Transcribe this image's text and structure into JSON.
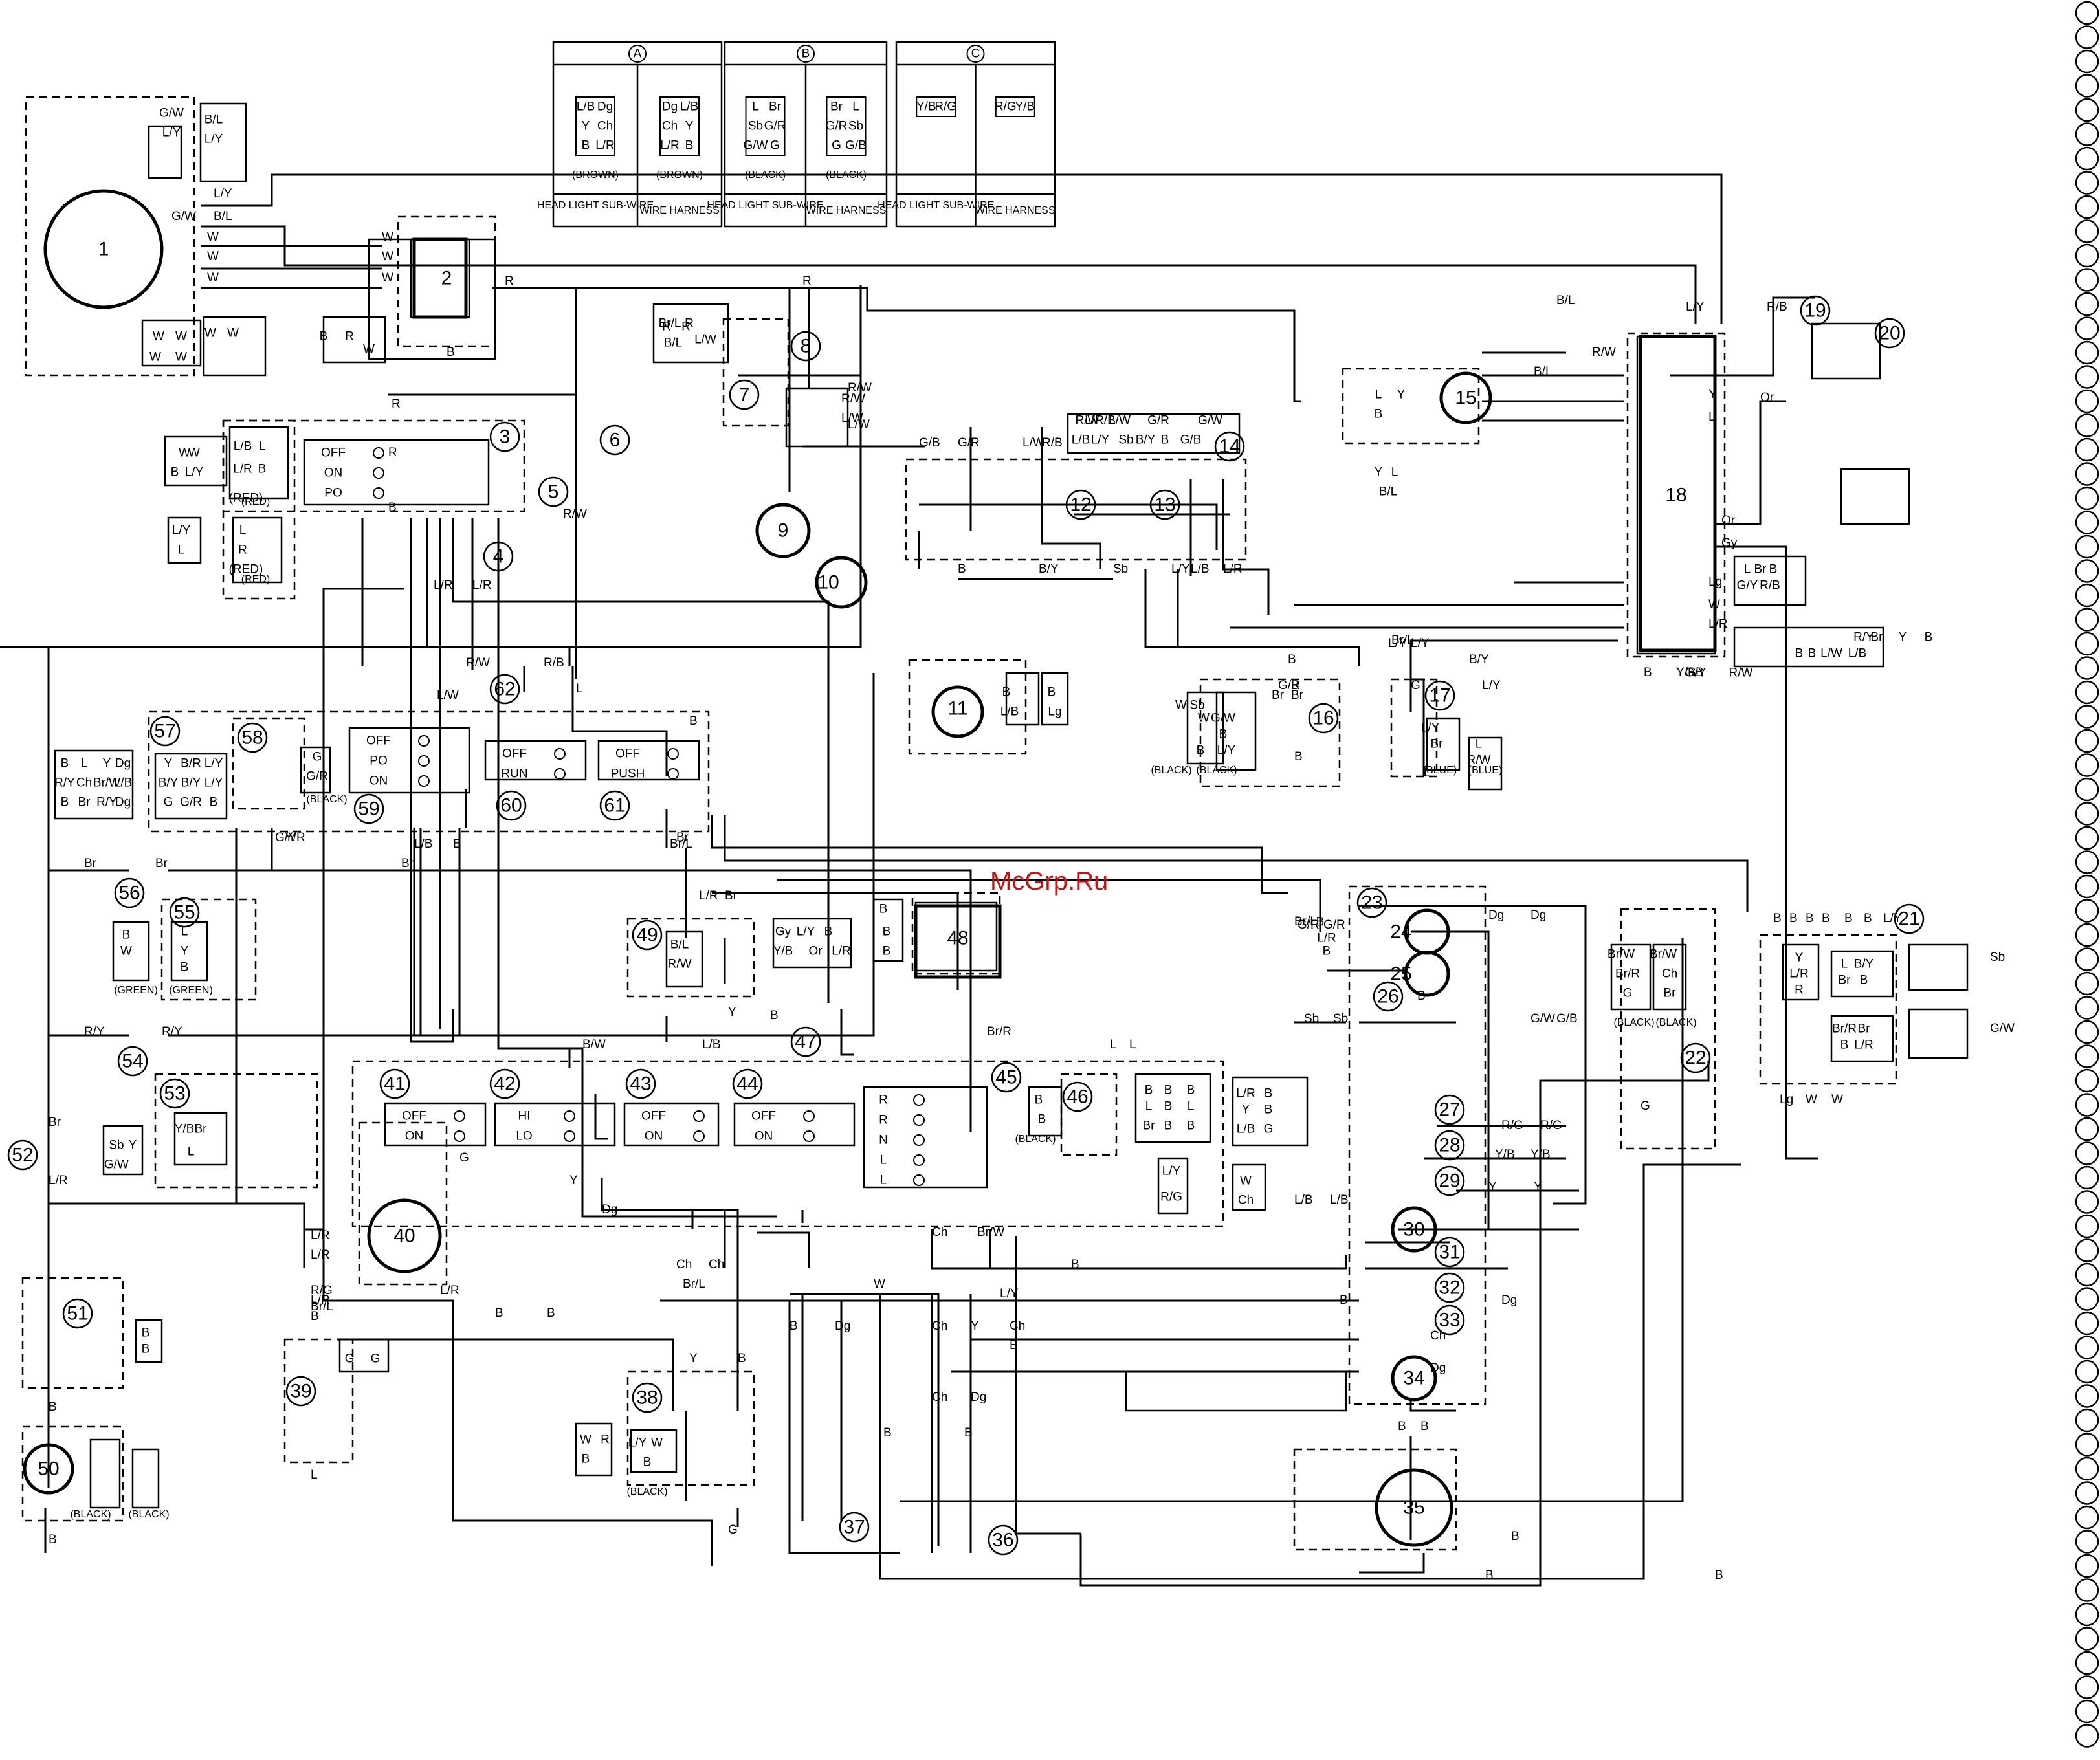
{
  "watermark": "McGrp.Ru",
  "colors": {
    "line": "#000000",
    "watermark": "#cc1111"
  },
  "top_connectors": [
    {
      "letter": "C",
      "left_caption": "HEAD LIGHT SUB-WIRE",
      "right_caption": "WIRE HARNESS",
      "left_pins": [
        "Y/B",
        "R/G"
      ],
      "right_pins": [
        "R/G",
        "Y/B"
      ],
      "left_color": "",
      "right_color": ""
    },
    {
      "letter": "B",
      "left_caption": "HEAD LIGHT SUB-WIRE",
      "right_caption": "WIRE HARNESS",
      "left_pins": [
        "L",
        "Br",
        "Sb",
        "G/R",
        "G/W",
        "G"
      ],
      "right_pins": [
        "Br",
        "L",
        "G/R",
        "Sb",
        "G",
        "G/B"
      ],
      "left_color": "(BLACK)",
      "right_color": "(BLACK)"
    },
    {
      "letter": "A",
      "left_caption": "HEAD LIGHT SUB-WIRE",
      "right_caption": "WIRE HARNESS",
      "left_pins": [
        "L/B",
        "Dg",
        "Y",
        "Ch",
        "B",
        "L/R"
      ],
      "right_pins": [
        "Dg",
        "L/B",
        "Ch",
        "Y",
        "L/R",
        "B"
      ],
      "left_color": "(BROWN)",
      "right_color": "(BROWN)"
    }
  ],
  "components": [
    "1",
    "2",
    "3",
    "4",
    "5",
    "6",
    "7",
    "8",
    "9",
    "10",
    "11",
    "12",
    "13",
    "14",
    "15",
    "16",
    "17",
    "18",
    "19",
    "20",
    "21",
    "22",
    "23",
    "24",
    "25",
    "26",
    "27",
    "28",
    "29",
    "30",
    "31",
    "32",
    "33",
    "34",
    "35",
    "36",
    "37",
    "38",
    "39",
    "40",
    "41",
    "42",
    "43",
    "44",
    "45",
    "46",
    "47",
    "48",
    "49",
    "50",
    "51",
    "52",
    "53",
    "54",
    "55",
    "56",
    "57",
    "58",
    "59",
    "60",
    "61",
    "62"
  ],
  "switches": {
    "main": {
      "rows": [
        "OFF",
        "ON",
        "PO"
      ]
    },
    "s59": {
      "rows": [
        "OFF",
        "PO",
        "ON"
      ]
    },
    "s60": {
      "rows": [
        "OFF",
        "RUN"
      ]
    },
    "s61": {
      "rows": [
        "OFF",
        "PUSH"
      ]
    },
    "s41": {
      "rows": [
        "OFF",
        "ON"
      ]
    },
    "s42": {
      "rows": [
        "HI",
        "LO"
      ]
    },
    "s43": {
      "rows": [
        "OFF",
        "ON"
      ]
    },
    "s44": {
      "rows": [
        "OFF",
        "ON"
      ]
    },
    "s45": {
      "rows": [
        "R",
        "R",
        "N",
        "L",
        "L"
      ]
    }
  },
  "connector_colors": [
    "(RED)",
    "(RED)",
    "(BLACK)",
    "(BLACK)",
    "(BLUE)",
    "(BLUE)",
    "(BLACK)",
    "(BLACK)",
    "(GREEN)",
    "(GREEN)",
    "(BLACK)",
    "(BLACK)",
    "(BLACK)",
    "(BLACK)",
    "(BLACK)"
  ],
  "wire_labels": [
    "L/Y",
    "B/L",
    "G/W",
    "W",
    "W",
    "W",
    "W",
    "W",
    "W",
    "R",
    "B",
    "R",
    "R",
    "B",
    "R",
    "R/W",
    "L/W",
    "R/W",
    "L/W",
    "G/B",
    "G/R",
    "L/W",
    "R/B",
    "B",
    "B/Y",
    "Sb",
    "L/Y",
    "L/B",
    "L/R",
    "B/L",
    "L/Y",
    "R/W",
    "B/L",
    "Y",
    "L",
    "Or",
    "Gy",
    "R/B",
    "Or",
    "Lg",
    "W",
    "L/R",
    "B",
    "Y/B",
    "B",
    "Br/L",
    "L/Y",
    "B",
    "L",
    "L/R",
    "L/R",
    "L/R",
    "R/G",
    "Br/L",
    "R/W",
    "R/W",
    "R/B",
    "L",
    "L/W",
    "B",
    "Br",
    "G/Y",
    "Y/R",
    "L/B",
    "B",
    "Br/L",
    "Br",
    "Br",
    "Br",
    "L/R",
    "Br",
    "Br/L",
    "R/Y",
    "R/Y",
    "L/B",
    "B/W",
    "G",
    "Y",
    "Dg",
    "Ch",
    "Br/W",
    "Br/R",
    "B",
    "Y",
    "Br/L",
    "Br",
    "L/R",
    "L/R",
    "L/R",
    "L/R",
    "B",
    "L",
    "B",
    "B",
    "G",
    "Y",
    "B",
    "Dg",
    "Ch",
    "Dg",
    "Ch",
    "B",
    "B",
    "Dg",
    "Ch",
    "Y",
    "Ch",
    "Dg",
    "B",
    "B",
    "L/Y",
    "W",
    "B",
    "B",
    "B",
    "B",
    "B",
    "B",
    "B",
    "B",
    "B",
    "B",
    "B",
    "B",
    "B",
    "L/Y",
    "Lg",
    "W",
    "W",
    "Sb",
    "G/W",
    "B",
    "L/Y",
    "B",
    "G/R",
    "B",
    "B/Y",
    "L/Y",
    "Br",
    "Br",
    "G",
    "G",
    "L",
    "L",
    "G/R",
    "G/R",
    "Sb",
    "Sb",
    "G/W",
    "G/B",
    "R/G",
    "R/G",
    "Y/B",
    "Y/B",
    "Y",
    "Y",
    "L/B",
    "L/B",
    "Dg",
    "Dg",
    "Ch",
    "Ch",
    "B",
    "B"
  ],
  "pin_texts": [
    "G/W",
    "L/Y",
    "B/L",
    "L/Y",
    "W",
    "W",
    "W",
    "W",
    "W",
    "W",
    "B",
    "R",
    "W",
    "W",
    "W",
    "B",
    "L/Y",
    "L/B",
    "L",
    "L/R",
    "B",
    "L/Y",
    "L",
    "L",
    "R",
    "Br/L",
    "R",
    "B/L",
    "(RED)",
    "(RED)",
    "R",
    "R",
    "L/W",
    "R/W",
    "L/R/B",
    "L/W",
    "G/R",
    "G/W",
    "L/B",
    "L/Y",
    "Sb",
    "B/Y",
    "B",
    "G/B",
    "L",
    "Y",
    "B",
    "Y",
    "L",
    "B/L",
    "B",
    "L/B",
    "B",
    "Lg",
    "W",
    "Sb",
    "W",
    "G/W",
    "B",
    "L/Y",
    "B",
    "L/Y",
    "Br",
    "L",
    "R/W",
    "B",
    "L/R",
    "B",
    "G/Y",
    "R/W",
    "L",
    "Br",
    "B",
    "G/Y",
    "R/B",
    "R/Y",
    "L/B",
    "L/W",
    "Br",
    "Y",
    "B",
    "B",
    "B",
    "Y",
    "L/R",
    "R",
    "L",
    "B/Y",
    "Br",
    "B",
    "Br/R",
    "Br",
    "B",
    "L/R",
    "Br/W",
    "Br/R",
    "G",
    "Br/W",
    "Ch",
    "Br",
    "B",
    "L",
    "Y",
    "Dg",
    "R/Y",
    "Ch",
    "Br/W",
    "L/B",
    "B",
    "Br",
    "R/Y",
    "Dg",
    "Y",
    "B/R",
    "L/Y",
    "B/Y",
    "B/Y",
    "L/Y",
    "G",
    "G/R",
    "B",
    "G",
    "G/R",
    "B",
    "W",
    "L",
    "Y",
    "B",
    "B/L",
    "R/W",
    "Gy",
    "L/Y",
    "B",
    "Y/B",
    "Or",
    "L/R",
    "B",
    "B",
    "B",
    "B",
    "B",
    "B",
    "B",
    "B",
    "L",
    "B",
    "L",
    "Br",
    "B",
    "B",
    "L/R",
    "B",
    "Y",
    "B",
    "L/B",
    "G",
    "L/Y",
    "R/G",
    "W",
    "Ch",
    "Sb",
    "Y",
    "G/W",
    "Y/B",
    "Br",
    "L",
    "B",
    "B",
    "G",
    "G",
    "W",
    "R",
    "B",
    "L/Y",
    "W",
    "B"
  ]
}
